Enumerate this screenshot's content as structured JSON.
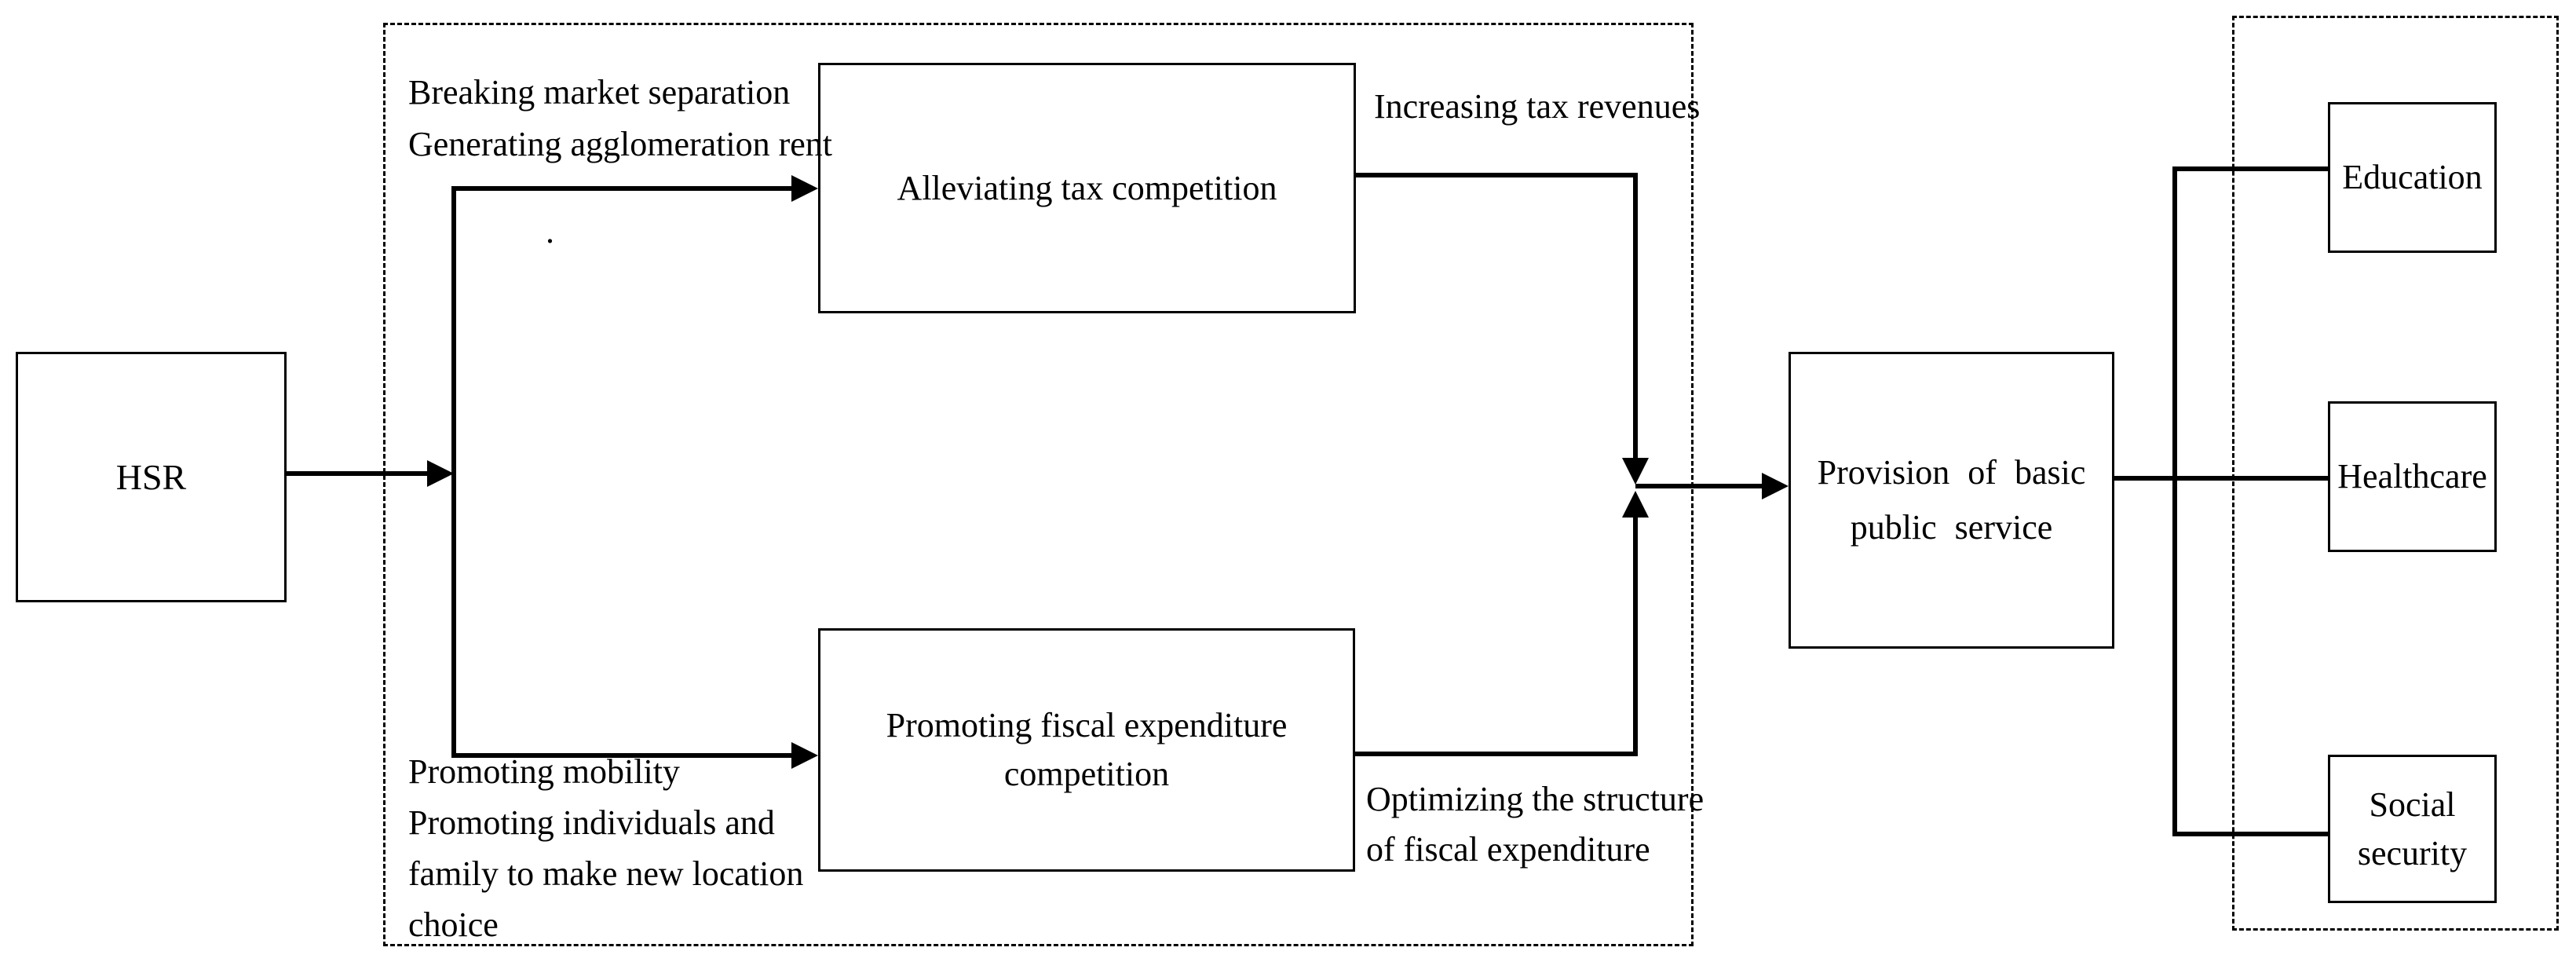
{
  "page": {
    "background": "#ffffff",
    "line_color": "#000000",
    "text_color": "#000000"
  },
  "nodes": {
    "hsr": {
      "label": "HSR"
    },
    "alleviating_tax_competition": {
      "label": "Alleviating tax competition"
    },
    "promoting_fiscal_expenditure": {
      "lines": [
        "Promoting fiscal expenditure",
        "competition"
      ]
    },
    "provision_basic_public_service": {
      "lines": [
        "Provision of basic",
        "public service"
      ]
    },
    "education": {
      "label": "Education"
    },
    "healthcare": {
      "label": "Healthcare"
    },
    "social_security": {
      "lines": [
        "Social",
        "security"
      ]
    }
  },
  "annotations": {
    "top_mechanisms": {
      "lines": [
        "Breaking market separation",
        "Generating agglomeration rent"
      ]
    },
    "bottom_mechanisms": {
      "lines": [
        "Promoting mobility",
        "Promoting individuals and",
        "family to make new location",
        "choice"
      ]
    },
    "increasing_tax_revenues": {
      "label": "Increasing tax revenues"
    },
    "optimizing_structure": {
      "lines": [
        "Optimizing the structure",
        "of fiscal expenditure"
      ]
    },
    "stray_dot": {
      "label": "."
    }
  }
}
